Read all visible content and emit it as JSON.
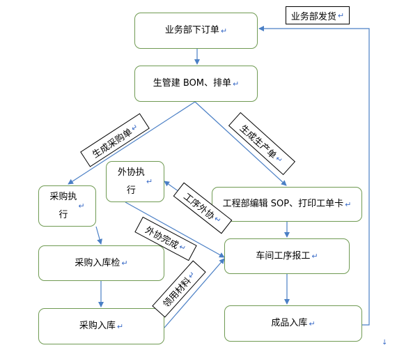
{
  "diagram": {
    "nodes": {
      "order": "业务部下订单",
      "bom": "生管建 BOM、排单",
      "purchase_exec": "采购执\n行",
      "outsource_exec": "外协执\n行",
      "engineering": "工程部编辑 SOP、打印工单卡",
      "incoming_check": "采购入库检",
      "workshop_report": "车间工序报工",
      "purchase_stock": "采购入库",
      "product_stock": "成品入库"
    },
    "labels": {
      "shipping": "业务部发货",
      "gen_purchase": "生成采购单",
      "gen_production": "生成生产单",
      "process_outsource": "工序外协",
      "outsource_done": "外协完成",
      "material_pick": "领用材料"
    },
    "return_mark": "↵",
    "line_color": "#4a7fc5",
    "border_color": "#6f9a52"
  }
}
